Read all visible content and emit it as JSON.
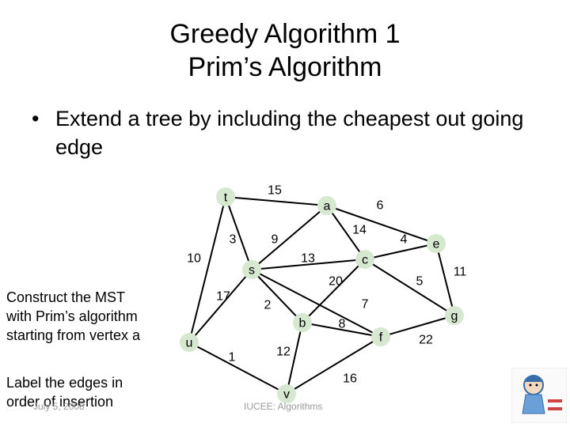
{
  "slide": {
    "title_line1": "Greedy Algorithm 1",
    "title_line2": "Prim’s Algorithm",
    "bullet_symbol": "•",
    "bullet_text": "Extend a tree by including the cheapest out going edge",
    "note1": "Construct the MST with Prim’s algorithm starting from vertex a",
    "note2": "Label the edges in order of insertion",
    "footer_date": "July 5, 2008",
    "footer_course": "IUCEE: Algorithms"
  },
  "graph": {
    "node_fill": "#d7e8d0",
    "edge_color": "#000000",
    "nodes": [
      {
        "id": "t",
        "label": "t"
      },
      {
        "id": "a",
        "label": "a"
      },
      {
        "id": "e",
        "label": "e"
      },
      {
        "id": "s",
        "label": "s"
      },
      {
        "id": "c",
        "label": "c"
      },
      {
        "id": "u",
        "label": "u"
      },
      {
        "id": "b",
        "label": "b"
      },
      {
        "id": "f",
        "label": "f"
      },
      {
        "id": "g",
        "label": "g"
      },
      {
        "id": "v",
        "label": "v"
      }
    ],
    "edges": [
      {
        "from": "t",
        "to": "a",
        "weight": "15"
      },
      {
        "from": "a",
        "to": "e",
        "weight": "6"
      },
      {
        "from": "t",
        "to": "s",
        "weight": "3"
      },
      {
        "from": "a",
        "to": "s",
        "weight": "9"
      },
      {
        "from": "a",
        "to": "c",
        "weight": "14"
      },
      {
        "from": "c",
        "to": "e",
        "weight": "4"
      },
      {
        "from": "t",
        "to": "u",
        "weight": "10"
      },
      {
        "from": "s",
        "to": "c",
        "weight": "13"
      },
      {
        "from": "e",
        "to": "g",
        "weight": "11"
      },
      {
        "from": "s",
        "to": "u",
        "weight": "17"
      },
      {
        "from": "s",
        "to": "b",
        "weight": "2"
      },
      {
        "from": "s",
        "to": "f",
        "weight": "20"
      },
      {
        "from": "c",
        "to": "g",
        "weight": "5"
      },
      {
        "from": "c",
        "to": "b",
        "weight": "7"
      },
      {
        "from": "b",
        "to": "f",
        "weight": "8"
      },
      {
        "from": "u",
        "to": "v",
        "weight": "1"
      },
      {
        "from": "b",
        "to": "v",
        "weight": "12"
      },
      {
        "from": "f",
        "to": "g",
        "weight": "22"
      },
      {
        "from": "f",
        "to": "v",
        "weight": "16"
      }
    ]
  }
}
